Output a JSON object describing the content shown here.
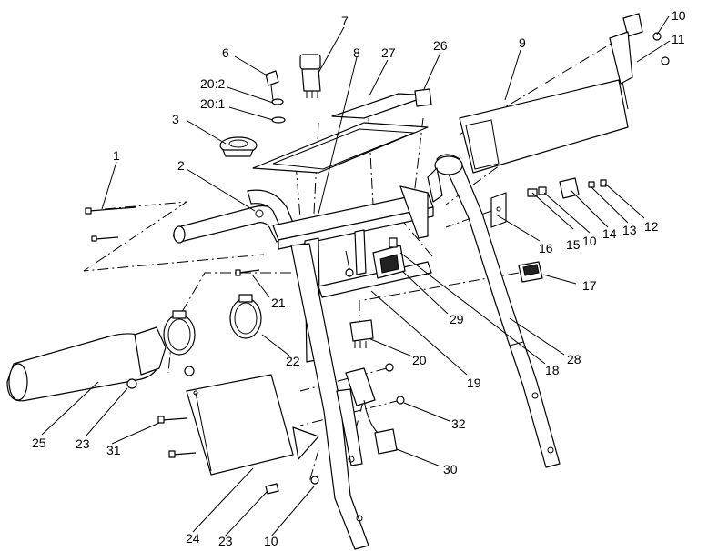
{
  "callouts": [
    {
      "id": "c-10a",
      "text": "10"
    },
    {
      "id": "c-11",
      "text": "11"
    },
    {
      "id": "c-9",
      "text": "9"
    },
    {
      "id": "c-7",
      "text": "7"
    },
    {
      "id": "c-6",
      "text": "6"
    },
    {
      "id": "c-8",
      "text": "8"
    },
    {
      "id": "c-27",
      "text": "27"
    },
    {
      "id": "c-26",
      "text": "26"
    },
    {
      "id": "c-20-2",
      "text": "20:2"
    },
    {
      "id": "c-20-1",
      "text": "20:1"
    },
    {
      "id": "c-3",
      "text": "3"
    },
    {
      "id": "c-1",
      "text": "1"
    },
    {
      "id": "c-2",
      "text": "2"
    },
    {
      "id": "c-16",
      "text": "16"
    },
    {
      "id": "c-15",
      "text": "15"
    },
    {
      "id": "c-10b",
      "text": "10"
    },
    {
      "id": "c-14",
      "text": "14"
    },
    {
      "id": "c-13",
      "text": "13"
    },
    {
      "id": "c-12",
      "text": "12"
    },
    {
      "id": "c-17",
      "text": "17"
    },
    {
      "id": "c-21",
      "text": "21"
    },
    {
      "id": "c-29",
      "text": "29"
    },
    {
      "id": "c-22",
      "text": "22"
    },
    {
      "id": "c-20",
      "text": "20"
    },
    {
      "id": "c-19",
      "text": "19"
    },
    {
      "id": "c-18",
      "text": "18"
    },
    {
      "id": "c-28",
      "text": "28"
    },
    {
      "id": "c-25",
      "text": "25"
    },
    {
      "id": "c-23a",
      "text": "23"
    },
    {
      "id": "c-31",
      "text": "31"
    },
    {
      "id": "c-32",
      "text": "32"
    },
    {
      "id": "c-30",
      "text": "30"
    },
    {
      "id": "c-24",
      "text": "24"
    },
    {
      "id": "c-23b",
      "text": "23"
    },
    {
      "id": "c-10c",
      "text": "10"
    }
  ]
}
